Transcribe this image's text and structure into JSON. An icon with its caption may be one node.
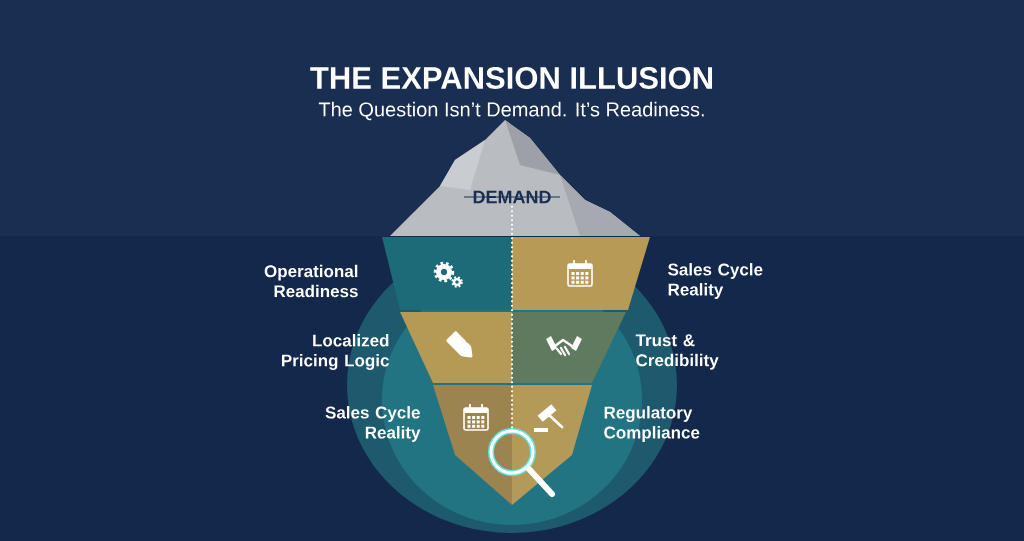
{
  "diagram": {
    "title": "THE EXPANSION ILLUSION",
    "nodes": [
      {
        "text": [
          "DEMAND"
        ]
      },
      {
        "text": [],
        "shape": "box",
        "beside": [
          "Operational Readiness"
        ]
      },
      {
        "text": [],
        "shape": "box",
        "beside": [
          "Sales Cycle Reality"
        ]
      },
      {
        "text": [],
        "shape": "box",
        "beside": [
          "Localized Pricing Logic"
        ]
      },
      {
        "text": [],
        "shape": "box",
        "beside": [
          "Trust & Credibility"
        ]
      },
      {
        "text": [],
        "shape": "box",
        "beside": [
          "Sales Cycle Reality"
        ]
      },
      {
        "text": [],
        "shape": "box",
        "beside": [
          "Regulatory Compliance"
        ]
      },
      {
        "text": [],
        "shape": "picture"
      }
    ],
    "edges": [
      {
        "from": 0,
        "to": 7,
        "arrow": "none",
        "style": "dashed"
      }
    ],
    "labels": [
      "The Question Isn’t Demand. It’s Readiness."
    ]
  }
}
